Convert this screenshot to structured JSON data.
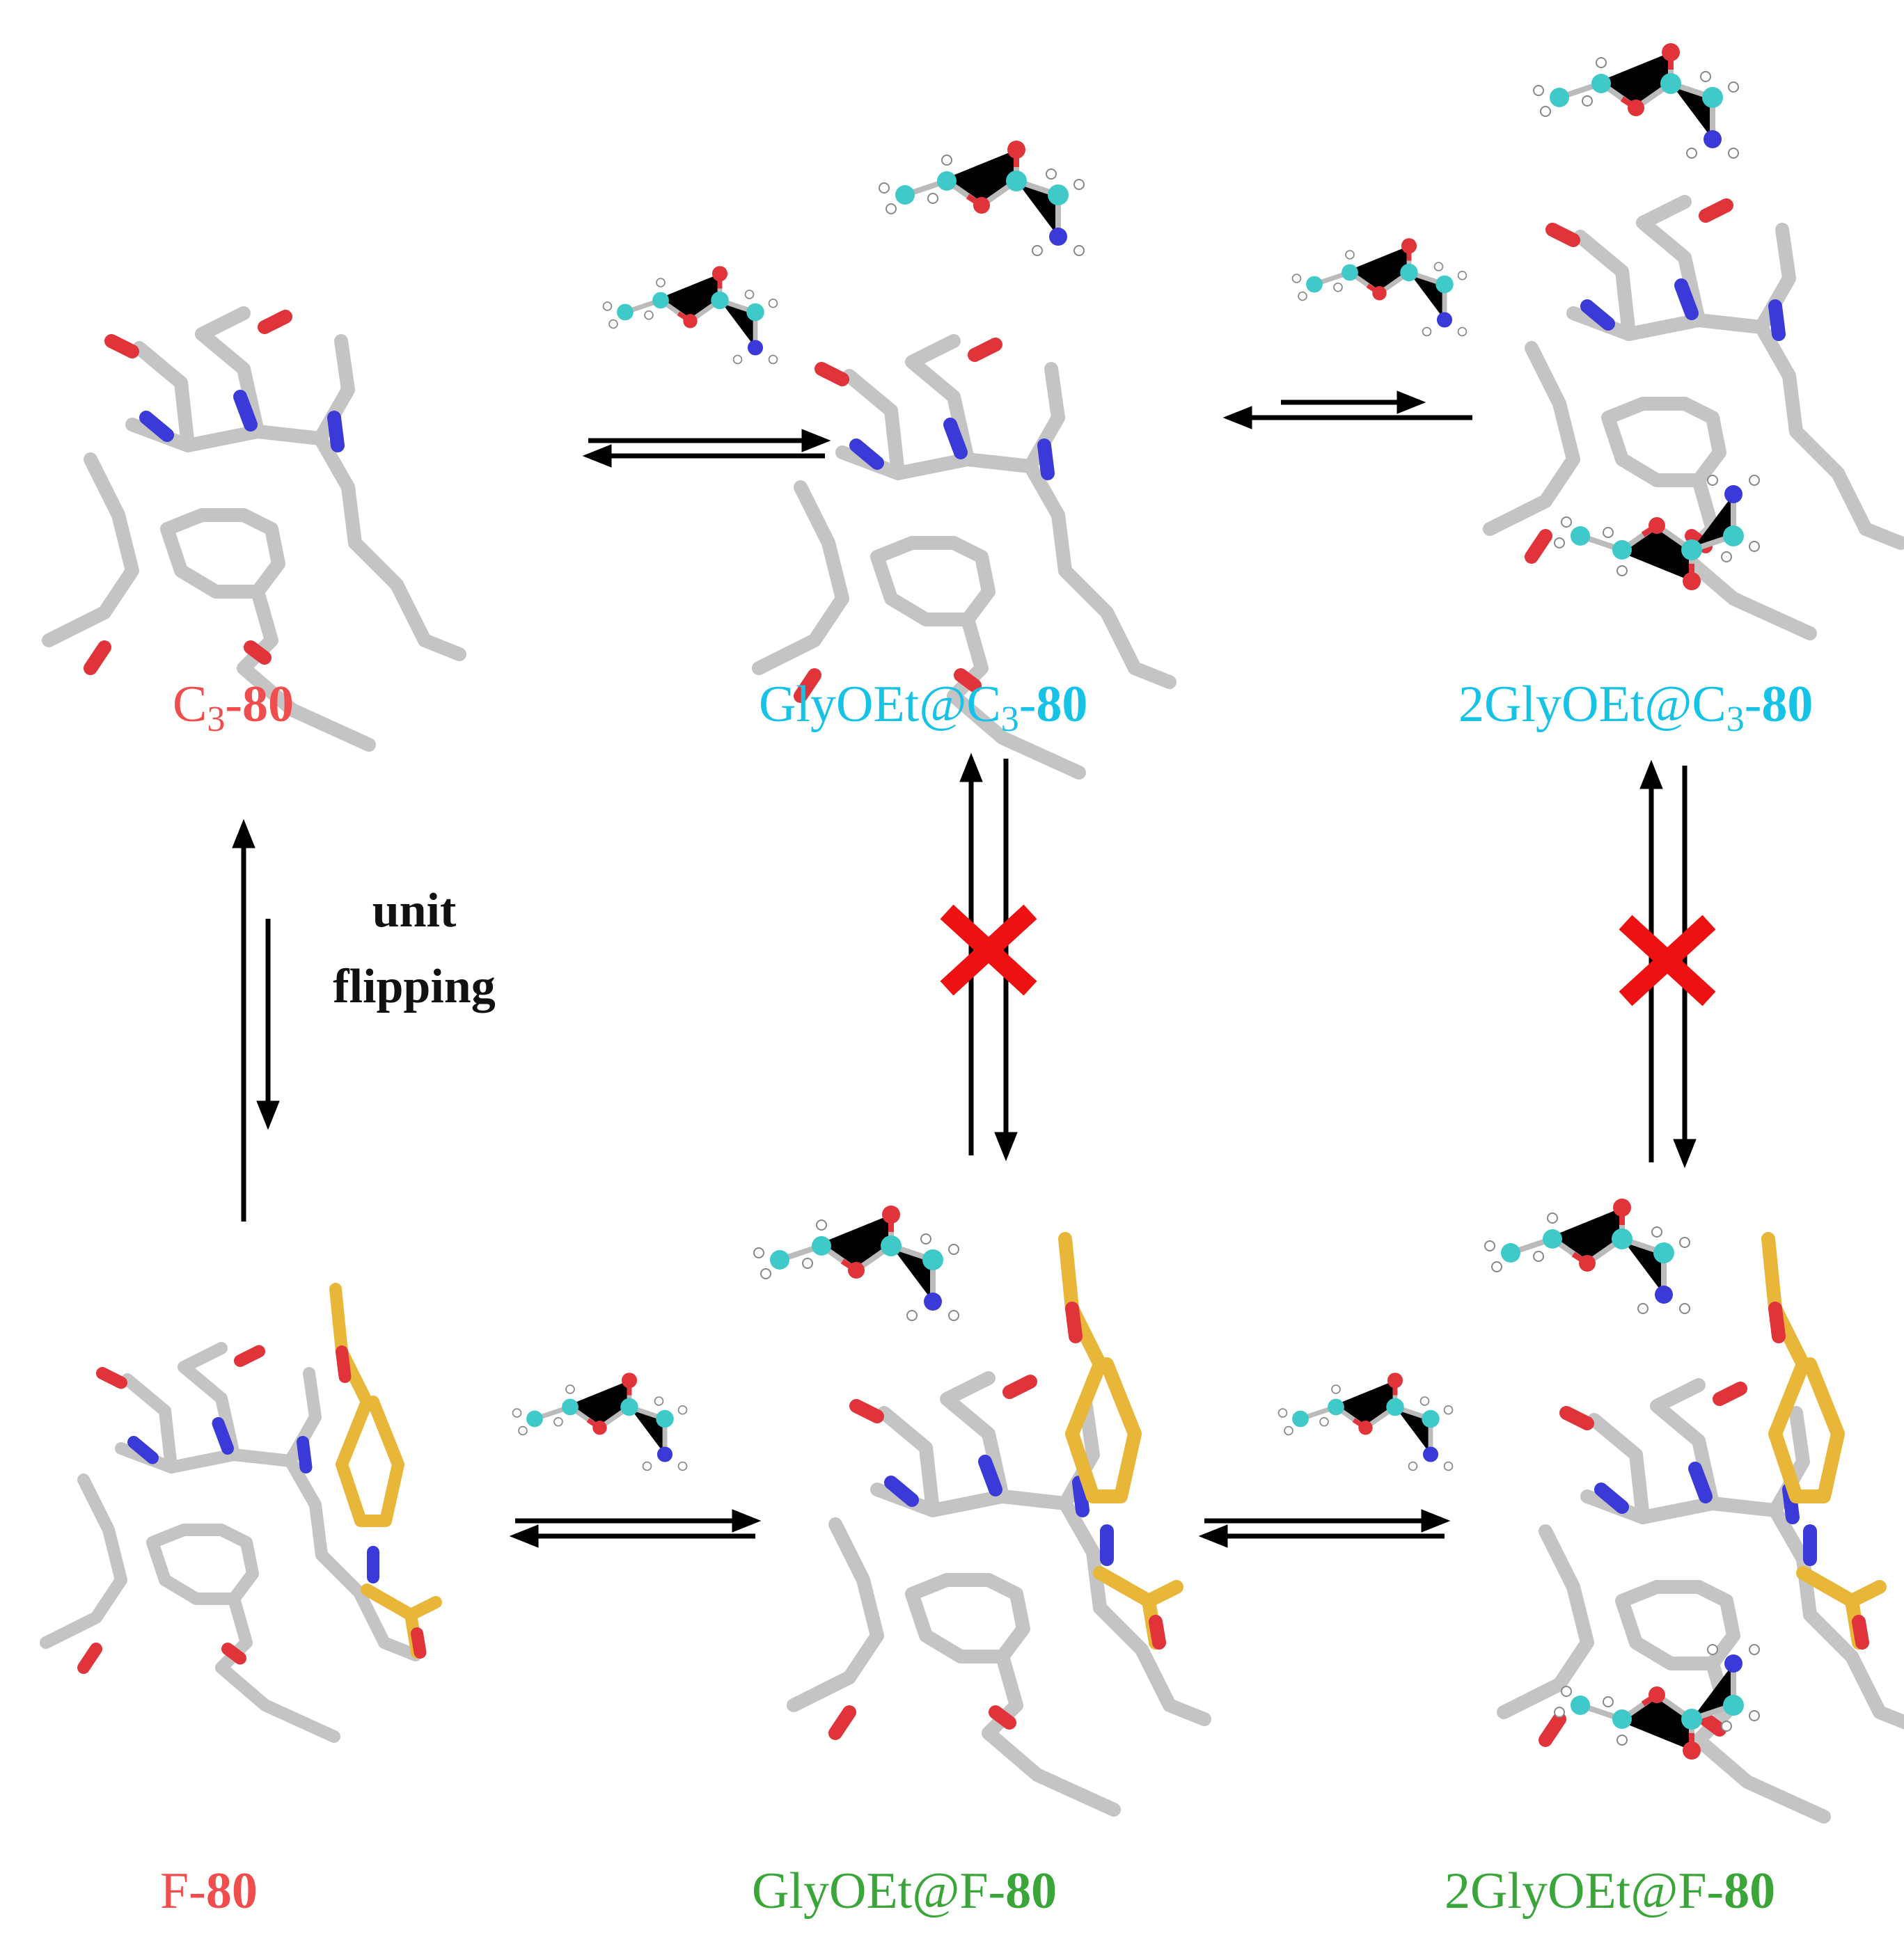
{
  "labels": {
    "c3_80": {
      "pre": "C",
      "sub": "3",
      "sep": "-",
      "num": "80"
    },
    "glyoet_c3_80": {
      "pre": "GlyOEt@C",
      "sub": "3",
      "sep": "-",
      "num": "80"
    },
    "two_glyoet_c3_80": {
      "pre": "2GlyOEt@C",
      "sub": "3",
      "sep": "-",
      "num": "80"
    },
    "f_80": {
      "pre": "F-",
      "num": "80"
    },
    "glyoet_f_80": {
      "pre": "GlyOEt@F-",
      "num": "80"
    },
    "two_glyoet_f_80": {
      "pre": "2GlyOEt@F-",
      "num": "80"
    }
  },
  "annotation": {
    "line1": "unit",
    "line2": "flipping"
  },
  "colors": {
    "label_c3": "#f04e4e",
    "label_cyan": "#16c3e6",
    "label_green": "#3aa63a",
    "cross": "#ee1111",
    "carbon_gray": "#c8c8c8",
    "carbon_ball": "#3fc9c9",
    "nitrogen": "#3a3ad8",
    "oxygen": "#e0343a",
    "hydrogen": "#ffffff",
    "flipped_unit": "#e8b73a"
  },
  "icons": [
    "equilibrium-arrows",
    "blocked-equilibrium-cross",
    "molecule-stick-model",
    "molecule-ball-stick-model"
  ]
}
